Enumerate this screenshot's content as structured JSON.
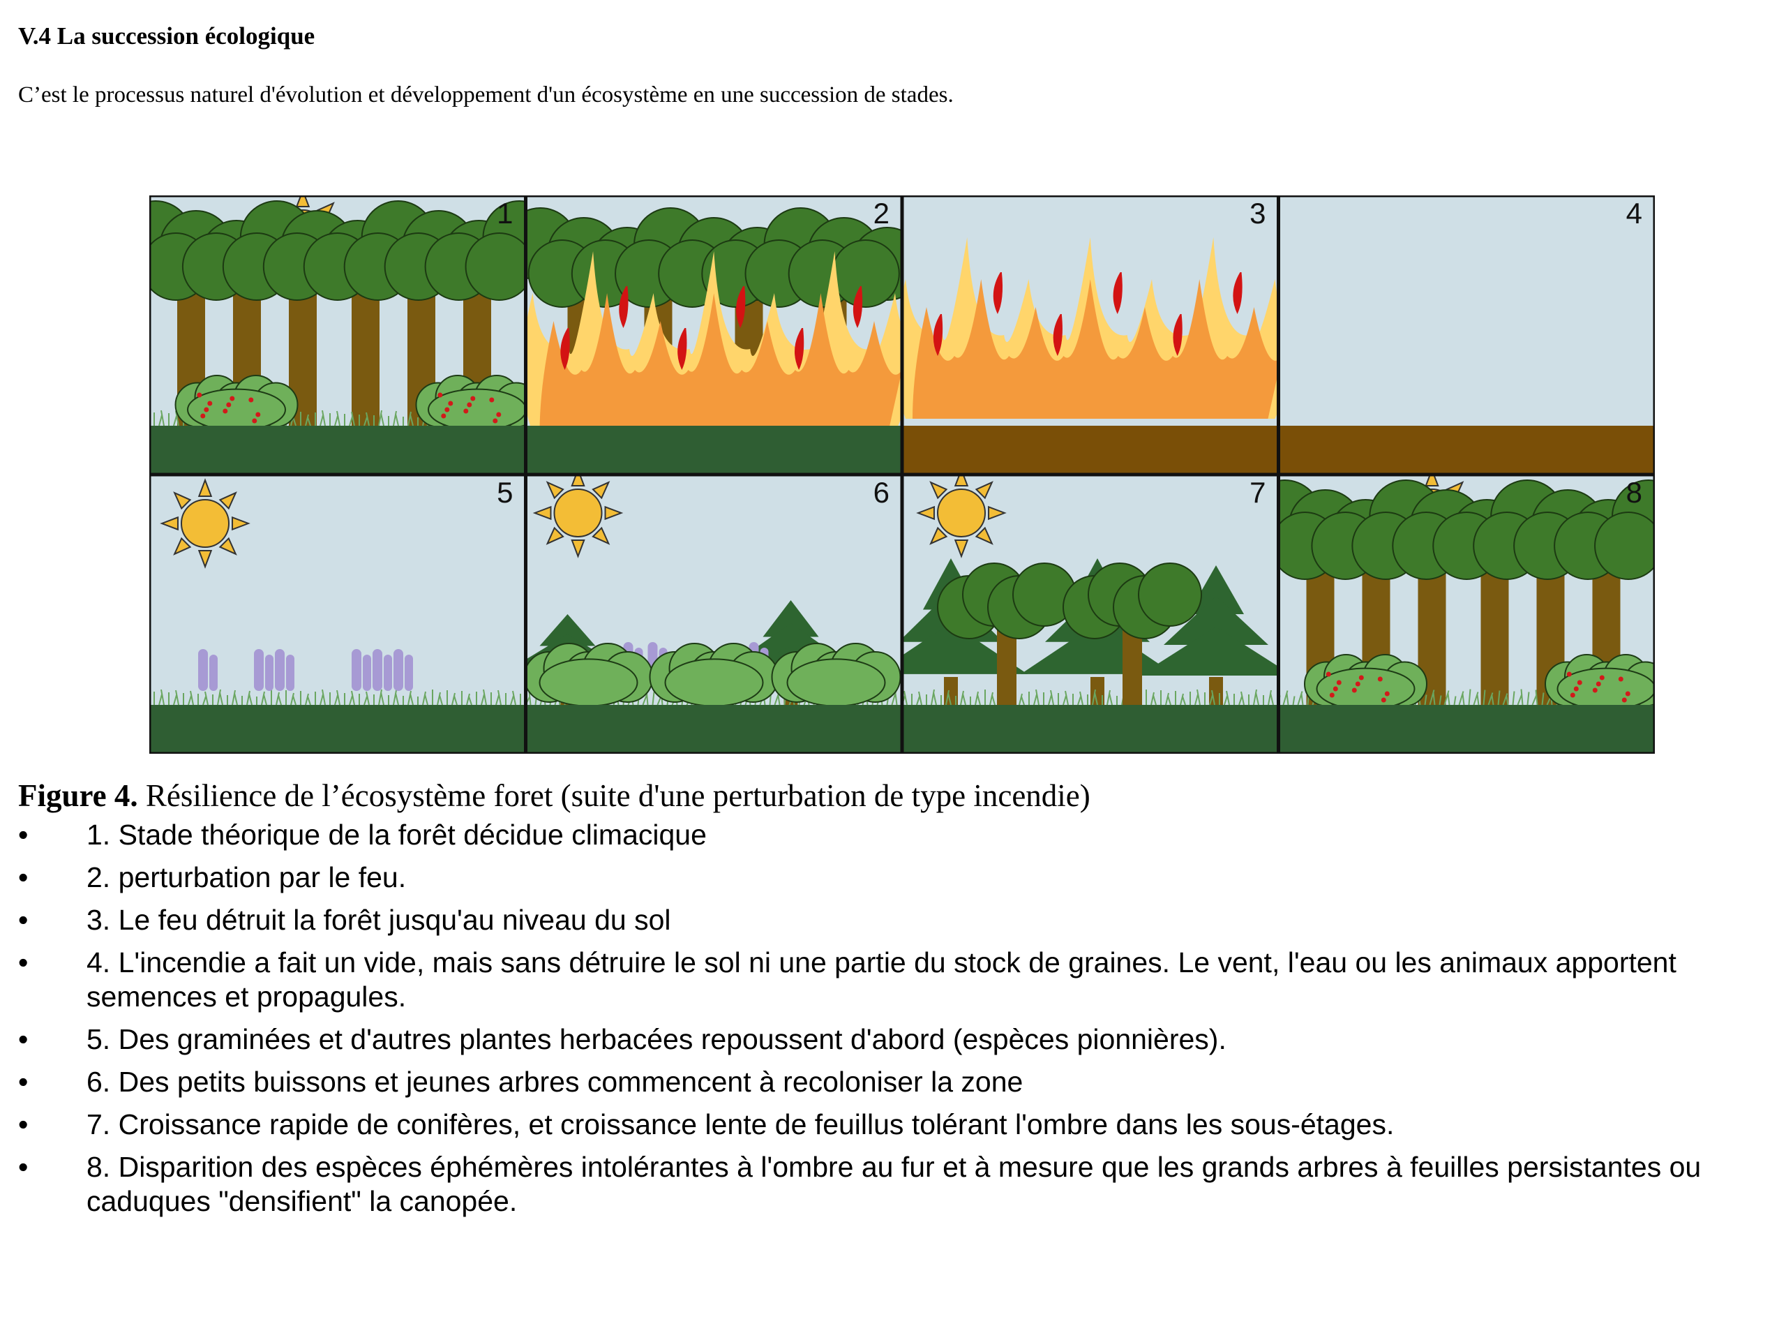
{
  "section_title": "V.4 La succession écologique",
  "intro_text": "C’est le processus naturel d'évolution et développement d'un écosystème en une succession de stades.",
  "figure": {
    "panel_numbers": [
      "1",
      "2",
      "3",
      "4",
      "5",
      "6",
      "7",
      "8"
    ],
    "colors": {
      "sky": "#cfdfe6",
      "ground_green": "#2f5e33",
      "ground_brown": "#7a4f07",
      "trunk": "#7a5a10",
      "canopy": "#3e7a2a",
      "conifer": "#2e6530",
      "bush": "#6fb05a",
      "sun": "#f3bd36",
      "flame_orange": "#f49a3c",
      "flame_yellow": "#ffd56b",
      "flame_red": "#d31313",
      "lupin": "#a79ad4"
    }
  },
  "caption": {
    "label": "Figure 4.",
    "text": " Résilience de l’écosystème foret (suite d'une perturbation de type incendie)"
  },
  "bullet_symbol": "•",
  "items": [
    "1. Stade théorique de la forêt décidue climacique",
    "2. perturbation par le feu.",
    "3. Le feu détruit la forêt jusqu'au niveau du sol",
    "4. L'incendie a fait un vide, mais sans détruire le sol ni une partie du stock de graines. Le vent, l'eau ou les animaux apportent semences et propagules.",
    "5. Des graminées et d'autres plantes herbacées repoussent d'abord (espèces pionnières).",
    "6.  Des petits buissons et jeunes arbres commencent à recoloniser la zone",
    "7. Croissance rapide de conifères, et croissance lente de feuillus tolérant l'ombre dans les sous-étages.",
    "8. Disparition des espèces éphémères intolérantes à l'ombre au fur et à mesure que les grands arbres à feuilles persistantes ou caduques \"densifient\" la canopée."
  ]
}
